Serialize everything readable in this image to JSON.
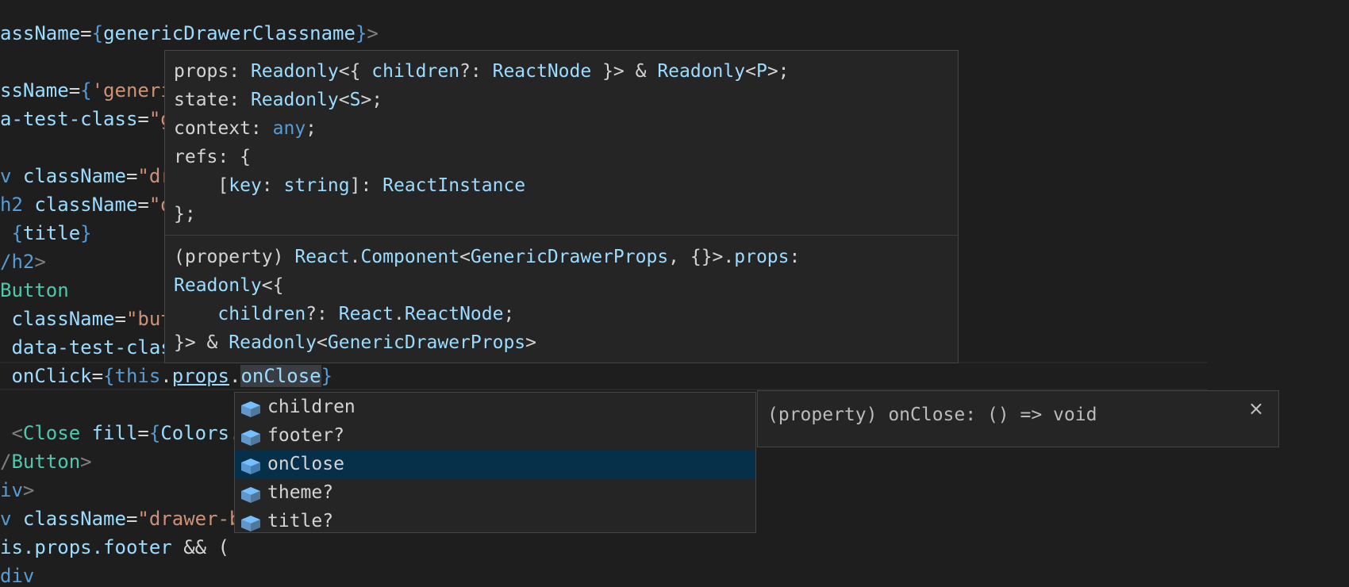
{
  "editor": {
    "lines": [
      {
        "segments": [
          {
            "text": "assName",
            "cls": "t-attr"
          },
          {
            "text": "=",
            "cls": "t-text"
          },
          {
            "text": "{",
            "cls": "t-brace"
          },
          {
            "text": "genericDrawerClassname",
            "cls": "t-attr"
          },
          {
            "text": "}",
            "cls": "t-brace"
          },
          {
            "text": ">",
            "cls": "t-punc"
          }
        ]
      },
      {
        "segments": []
      },
      {
        "segments": [
          {
            "text": "ssName",
            "cls": "t-attr"
          },
          {
            "text": "=",
            "cls": "t-text"
          },
          {
            "text": "{",
            "cls": "t-brace"
          },
          {
            "text": "'generi",
            "cls": "t-str"
          }
        ]
      },
      {
        "segments": [
          {
            "text": "a-test-class",
            "cls": "t-attr"
          },
          {
            "text": "=",
            "cls": "t-text"
          },
          {
            "text": "\"g",
            "cls": "t-str"
          }
        ]
      },
      {
        "segments": []
      },
      {
        "segments": [
          {
            "text": "v ",
            "cls": "t-tag"
          },
          {
            "text": "className",
            "cls": "t-attr"
          },
          {
            "text": "=",
            "cls": "t-text"
          },
          {
            "text": "\"dr",
            "cls": "t-str"
          }
        ]
      },
      {
        "segments": [
          {
            "text": "h2 ",
            "cls": "t-tag"
          },
          {
            "text": "className",
            "cls": "t-attr"
          },
          {
            "text": "=",
            "cls": "t-text"
          },
          {
            "text": "\"d",
            "cls": "t-str"
          }
        ]
      },
      {
        "segments": [
          {
            "text": " {",
            "cls": "t-brace"
          },
          {
            "text": "title",
            "cls": "t-attr"
          },
          {
            "text": "}",
            "cls": "t-brace"
          }
        ]
      },
      {
        "segments": [
          {
            "text": "/h2",
            "cls": "t-tag"
          },
          {
            "text": ">",
            "cls": "t-punc"
          }
        ]
      },
      {
        "segments": [
          {
            "text": "Button",
            "cls": "t-comp"
          }
        ]
      },
      {
        "segments": [
          {
            "text": " className",
            "cls": "t-attr"
          },
          {
            "text": "=",
            "cls": "t-text"
          },
          {
            "text": "\"but",
            "cls": "t-str"
          }
        ]
      },
      {
        "segments": [
          {
            "text": " data-test-clas",
            "cls": "t-attr"
          }
        ]
      },
      {
        "segments": [
          {
            "text": " onClick",
            "cls": "t-attr"
          },
          {
            "text": "=",
            "cls": "t-text"
          },
          {
            "text": "{",
            "cls": "t-brace"
          },
          {
            "text": "this",
            "cls": "t-this"
          },
          {
            "text": ".",
            "cls": "t-text"
          },
          {
            "text": "props",
            "cls": "t-link"
          },
          {
            "text": ".",
            "cls": "t-text"
          },
          {
            "text": "|",
            "cls": "cursor"
          },
          {
            "text": "onClose",
            "cls": "t-sel"
          },
          {
            "text": "}",
            "cls": "t-brace"
          }
        ]
      },
      {
        "segments": []
      },
      {
        "segments": [
          {
            "text": " <",
            "cls": "t-punc"
          },
          {
            "text": "Close ",
            "cls": "t-comp"
          },
          {
            "text": "fill",
            "cls": "t-attr"
          },
          {
            "text": "=",
            "cls": "t-text"
          },
          {
            "text": "{",
            "cls": "t-brace"
          },
          {
            "text": "Colors.",
            "cls": "t-attr"
          }
        ]
      },
      {
        "segments": [
          {
            "text": "/",
            "cls": "t-punc"
          },
          {
            "text": "Button",
            "cls": "t-comp"
          },
          {
            "text": ">",
            "cls": "t-punc"
          }
        ]
      },
      {
        "segments": [
          {
            "text": "iv",
            "cls": "t-tag"
          },
          {
            "text": ">",
            "cls": "t-punc"
          }
        ]
      },
      {
        "segments": [
          {
            "text": "v ",
            "cls": "t-tag"
          },
          {
            "text": "className",
            "cls": "t-attr"
          },
          {
            "text": "=",
            "cls": "t-text"
          },
          {
            "text": "\"drawer-b",
            "cls": "t-str"
          }
        ]
      },
      {
        "segments": [
          {
            "text": "is.props.footer ",
            "cls": "t-attr"
          },
          {
            "text": "&& (",
            "cls": "t-text"
          }
        ]
      },
      {
        "segments": [
          {
            "text": "div",
            "cls": "t-tag"
          }
        ]
      }
    ]
  },
  "hover": {
    "signature_lines": [
      [
        {
          "text": "props: ",
          "cls": "h-name"
        },
        {
          "text": "Readonly",
          "cls": "h-type"
        },
        {
          "text": "<{ ",
          "cls": "h-name"
        },
        {
          "text": "children",
          "cls": "h-type"
        },
        {
          "text": "?: ",
          "cls": "h-name"
        },
        {
          "text": "ReactNode",
          "cls": "h-type"
        },
        {
          "text": " }> & ",
          "cls": "h-name"
        },
        {
          "text": "Readonly",
          "cls": "h-type"
        },
        {
          "text": "<",
          "cls": "h-name"
        },
        {
          "text": "P",
          "cls": "h-type"
        },
        {
          "text": ">;",
          "cls": "h-name"
        }
      ],
      [
        {
          "text": "state: ",
          "cls": "h-name"
        },
        {
          "text": "Readonly",
          "cls": "h-type"
        },
        {
          "text": "<",
          "cls": "h-name"
        },
        {
          "text": "S",
          "cls": "h-type"
        },
        {
          "text": ">;",
          "cls": "h-name"
        }
      ],
      [
        {
          "text": "context: ",
          "cls": "h-name"
        },
        {
          "text": "any",
          "cls": "h-kw"
        },
        {
          "text": ";",
          "cls": "h-name"
        }
      ],
      [
        {
          "text": "refs: {",
          "cls": "h-name"
        }
      ],
      [
        {
          "text": "    [",
          "cls": "h-name"
        },
        {
          "text": "key",
          "cls": "h-type"
        },
        {
          "text": ": ",
          "cls": "h-name"
        },
        {
          "text": "string",
          "cls": "h-type"
        },
        {
          "text": "]: ",
          "cls": "h-name"
        },
        {
          "text": "ReactInstance",
          "cls": "h-type"
        }
      ],
      [
        {
          "text": "};",
          "cls": "h-name"
        }
      ]
    ],
    "detail_lines": [
      [
        {
          "text": "(property) ",
          "cls": "h-name"
        },
        {
          "text": "React",
          "cls": "h-type"
        },
        {
          "text": ".",
          "cls": "h-name"
        },
        {
          "text": "Component",
          "cls": "h-type"
        },
        {
          "text": "<",
          "cls": "h-name"
        },
        {
          "text": "GenericDrawerProps",
          "cls": "h-type"
        },
        {
          "text": ", {}>.",
          "cls": "h-name"
        },
        {
          "text": "props",
          "cls": "h-type"
        },
        {
          "text": ":",
          "cls": "h-name"
        }
      ],
      [
        {
          "text": "Readonly",
          "cls": "h-type"
        },
        {
          "text": "<{",
          "cls": "h-name"
        }
      ],
      [
        {
          "text": "    ",
          "cls": "h-name"
        },
        {
          "text": "children",
          "cls": "h-type"
        },
        {
          "text": "?: ",
          "cls": "h-name"
        },
        {
          "text": "React",
          "cls": "h-type"
        },
        {
          "text": ".",
          "cls": "h-name"
        },
        {
          "text": "ReactNode",
          "cls": "h-type"
        },
        {
          "text": ";",
          "cls": "h-name"
        }
      ],
      [
        {
          "text": "}> & ",
          "cls": "h-name"
        },
        {
          "text": "Readonly",
          "cls": "h-type"
        },
        {
          "text": "<",
          "cls": "h-name"
        },
        {
          "text": "GenericDrawerProps",
          "cls": "h-type"
        },
        {
          "text": ">",
          "cls": "h-name"
        }
      ]
    ]
  },
  "suggest": {
    "items": [
      {
        "label": "children",
        "icon": "property-cube-icon",
        "selected": false
      },
      {
        "label": "footer?",
        "icon": "property-cube-icon",
        "selected": false
      },
      {
        "label": "onClose",
        "icon": "property-cube-icon",
        "selected": true
      },
      {
        "label": "theme?",
        "icon": "property-cube-icon",
        "selected": false
      },
      {
        "label": "title?",
        "icon": "property-cube-icon",
        "selected": false
      }
    ],
    "icon_color": "#75beff"
  },
  "details": {
    "text": "(property) onClose: () => void",
    "close_label": "×"
  },
  "colors": {
    "background": "#1e1e1e",
    "widget_bg": "#252526",
    "selected_item": "#062f4a"
  }
}
